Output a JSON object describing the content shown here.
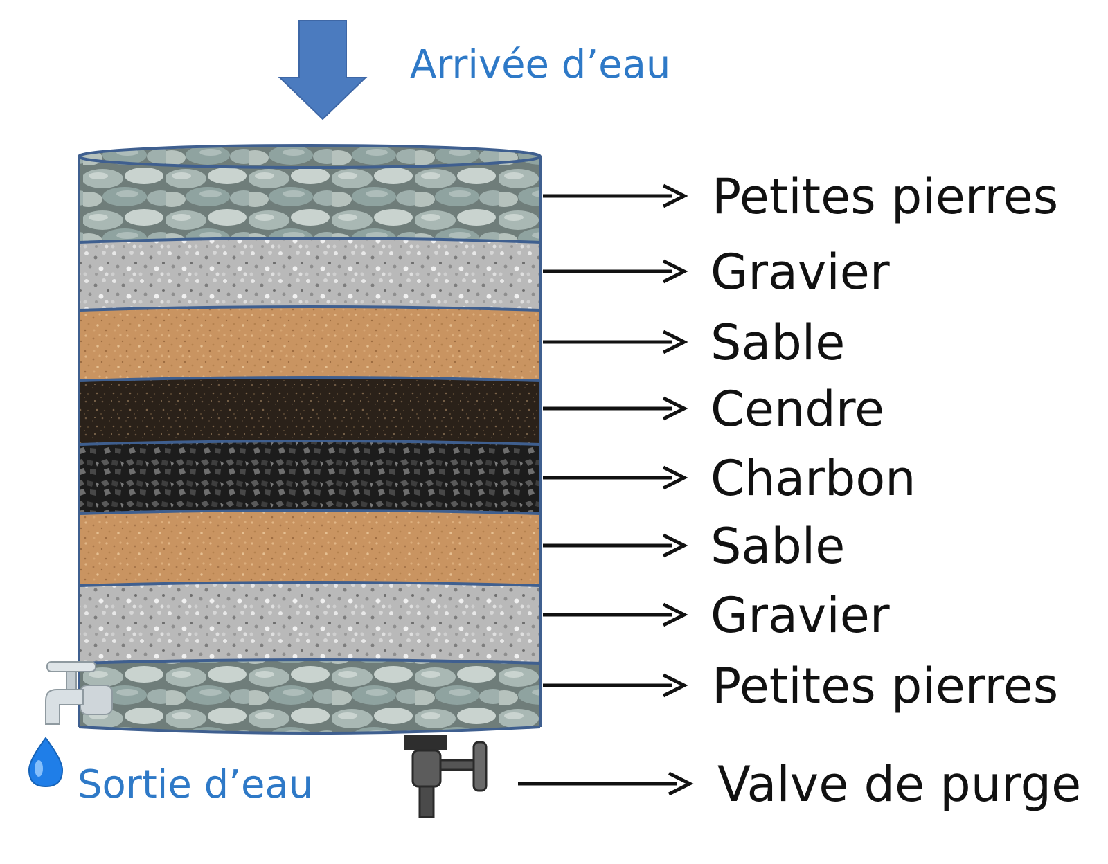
{
  "inlet_label": "Arrivée d’eau",
  "outlet_label": "Sortie d’eau",
  "layers": [
    {
      "label": "Petites pierres",
      "material": "stones"
    },
    {
      "label": "Gravier",
      "material": "gravel"
    },
    {
      "label": "Sable",
      "material": "sand"
    },
    {
      "label": "Cendre",
      "material": "ash"
    },
    {
      "label": "Charbon",
      "material": "charcoal"
    },
    {
      "label": "Sable",
      "material": "sand"
    },
    {
      "label": "Gravier",
      "material": "gravel"
    },
    {
      "label": "Petites pierres",
      "material": "stones"
    }
  ],
  "purge_label": "Valve de purge",
  "colors": {
    "arrow_blue": "#4b7bbf",
    "label_blue": "#2e79c7",
    "outline": "#3f5f8f",
    "stones": "#8fa19d",
    "gravel": "#b9b9b9",
    "sand": "#c69260",
    "ash": "#2b2118",
    "charcoal": "#262626"
  },
  "icons": [
    "down-arrow-icon",
    "faucet-icon",
    "water-drop-icon",
    "purge-valve-icon"
  ]
}
